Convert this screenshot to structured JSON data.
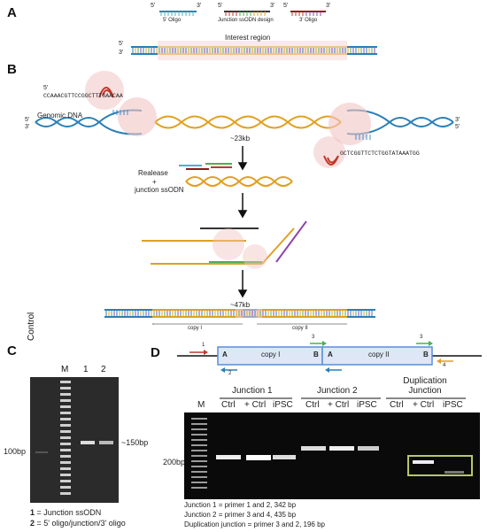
{
  "panel_a": {
    "label": "A",
    "legend": {
      "five_oligo": "5' Oligo",
      "junction_design": "Junction ssODN design",
      "three_oligo": "3' Oligo"
    },
    "interest_region": "Interest region",
    "five": "5'",
    "three": "3'"
  },
  "panel_b": {
    "label": "B",
    "genomic_dna": "Genomic DNA",
    "seq_left": "CCAAACGTTCCGGCTTTGAACAA",
    "seq_right": "GCTCGGTTCTCTGGTATAAATGG",
    "size_23": "~23kb",
    "release": "Realease",
    "plus": "+",
    "junction_ssodn": "junction ssODN",
    "size_47": "~47kb",
    "copy1": "copy I",
    "copy2": "copy II"
  },
  "panel_c": {
    "label": "C",
    "lanes": [
      "Control",
      "M",
      "1",
      "2"
    ],
    "bp100": "100bp",
    "bp150": "~150bp",
    "legend1_num": "1",
    "legend1": "= Junction ssODN",
    "legend2_num": "2",
    "legend2": "= 5' oligo/junction/3' oligo"
  },
  "panel_d": {
    "label": "D",
    "copy1": "copy I",
    "copy2": "copy II",
    "A": "A",
    "B": "B",
    "primers": [
      "1",
      "2",
      "3",
      "4",
      "3"
    ],
    "groups": [
      "Junction 1",
      "Junction 2",
      "Duplication Junction"
    ],
    "marker": "M",
    "lanes": [
      "Ctrl",
      "+ Ctrl",
      "iPSC",
      "Ctrl",
      "+ Ctrl",
      "iPSC",
      "Ctrl",
      "+ Ctrl",
      "iPSC"
    ],
    "bp200": "200bp",
    "notes": [
      "Junction 1 = primer 1 and 2, 342 bp",
      "Junction 2 = primer 3 and 4, 435 bp",
      "Duplication junction = primer 3 and 2, 196 bp"
    ]
  },
  "colors": {
    "gold": "#e0a020",
    "teal": "#2a7fb5",
    "pink": "#f2c4c4",
    "red": "#c0392b",
    "green": "#4caf50",
    "purple": "#8e44ad",
    "lime": "#b5c96a"
  }
}
